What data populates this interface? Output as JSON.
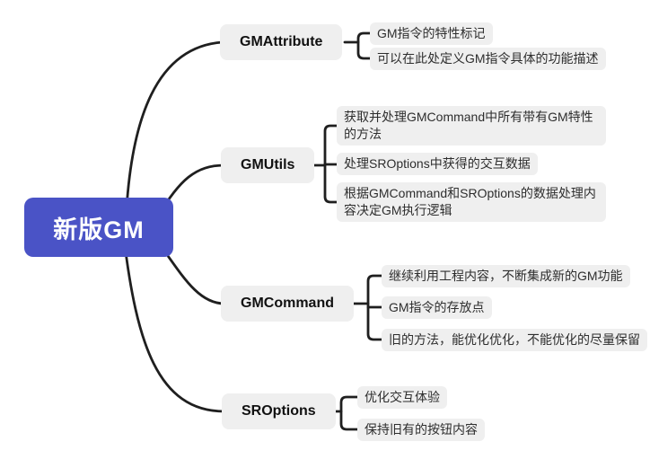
{
  "root": {
    "label": "新版GM"
  },
  "branches": [
    {
      "label": "GMAttribute",
      "children": [
        "GM指令的特性标记",
        "可以在此处定义GM指令具体的功能描述"
      ]
    },
    {
      "label": "GMUtils",
      "children": [
        "获取并处理GMCommand中所有带有GM特性的方法",
        "处理SROptions中获得的交互数据",
        "根据GMCommand和SROptions的数据处理内容决定GM执行逻辑"
      ]
    },
    {
      "label": "GMCommand",
      "children": [
        "继续利用工程内容，不断集成新的GM功能",
        "GM指令的存放点",
        "旧的方法，能优化优化，不能优化的尽量保留"
      ]
    },
    {
      "label": "SROptions",
      "children": [
        "优化交互体验",
        "保持旧有的按钮内容"
      ]
    }
  ],
  "colors": {
    "root_fill": "#4A53C6",
    "node_fill": "#EFEFEF",
    "line": "#1F1F1F",
    "leaf_text": "#2E2E2E",
    "branch_text": "#111111"
  }
}
